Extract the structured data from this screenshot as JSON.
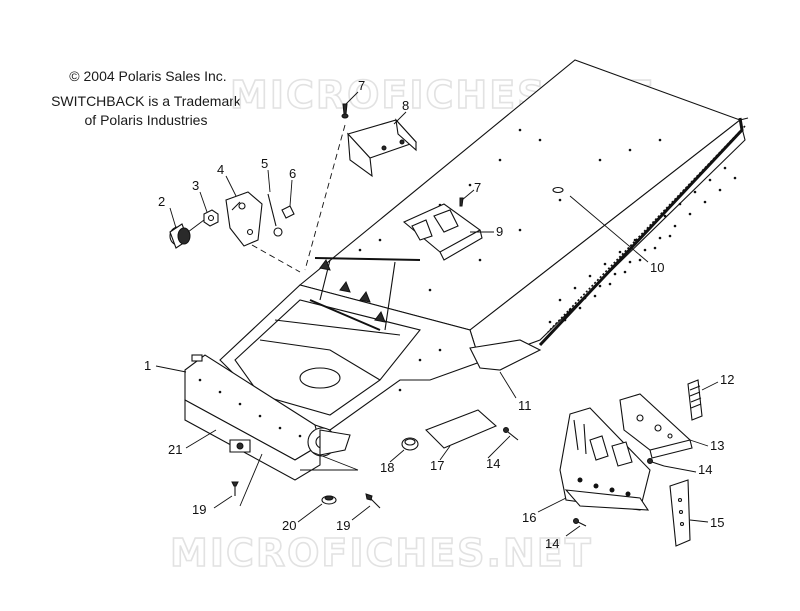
{
  "copyright": "© 2004 Polaris Sales Inc.",
  "trademark_line1": "SWITCHBACK is a Trademark",
  "trademark_line2": "of Polaris Industries",
  "watermark": "MICROFICHES.NET",
  "callouts": [
    "1",
    "2",
    "3",
    "4",
    "5",
    "6",
    "7",
    "8",
    "7",
    "9",
    "10",
    "11",
    "12",
    "13",
    "14",
    "14",
    "14",
    "15",
    "16",
    "17",
    "18",
    "19",
    "19",
    "20",
    "21"
  ]
}
